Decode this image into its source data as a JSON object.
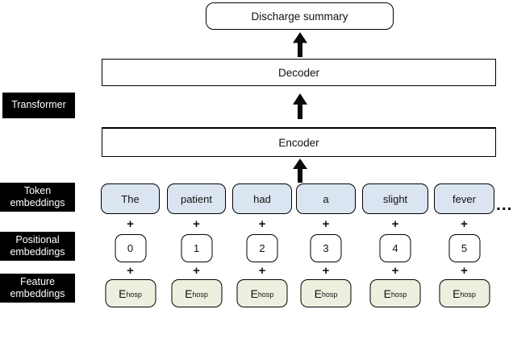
{
  "diagram": {
    "output_box_label": "Discharge summary",
    "decoder_label": "Decoder",
    "encoder_label": "Encoder",
    "side_labels": {
      "transformer": "Transformer",
      "token": "Token embeddings",
      "positional": "Positional embeddings",
      "feature": "Feature embeddings"
    },
    "tokens": [
      "The",
      "patient",
      "had",
      "a",
      "slight",
      "fever"
    ],
    "positions": [
      "0",
      "1",
      "2",
      "3",
      "4",
      "5"
    ],
    "feature_embedding": {
      "base": "E",
      "sub": "hosp"
    },
    "plus_sign": "+",
    "ellipsis": "..."
  },
  "colors": {
    "token_fill": "#dbe5f1",
    "feature_fill": "#ebf1de",
    "label_bg": "#000000",
    "arrow": "#0a0a0a"
  }
}
